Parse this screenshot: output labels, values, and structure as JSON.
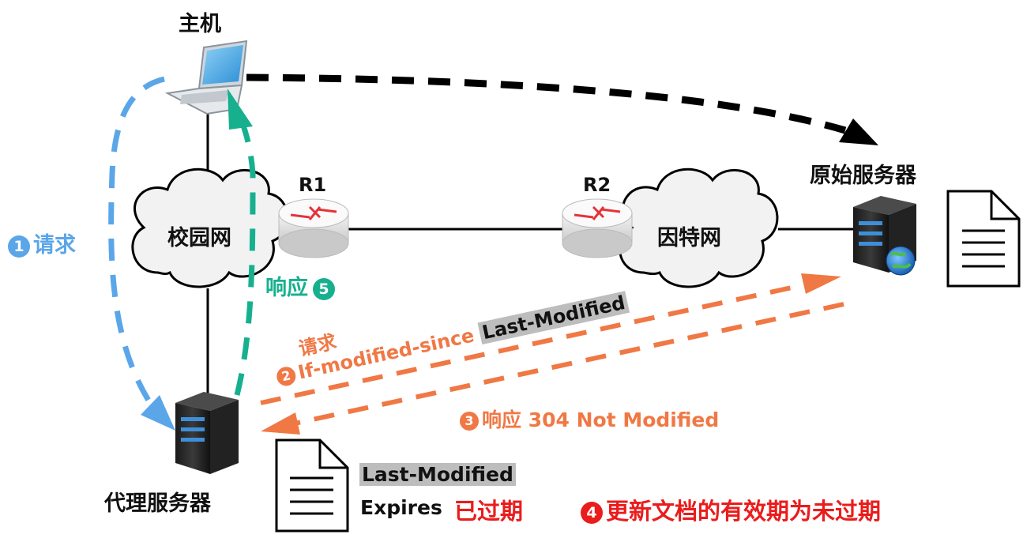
{
  "nodes": {
    "host": "主机",
    "origin_server": "原始服务器",
    "proxy_server": "代理服务器",
    "r1": "R1",
    "r2": "R2",
    "campus_net": "校园网",
    "internet": "因特网"
  },
  "steps": {
    "step1": {
      "num": "1",
      "text": "请求"
    },
    "step5": {
      "num": "5",
      "text": "响应"
    },
    "step2": {
      "title": "请求",
      "num": "2",
      "text": "If-modified-since",
      "field": "Last-Modified"
    },
    "step3": {
      "num": "3",
      "text": "响应 304 Not Modified"
    },
    "step4": {
      "num": "4",
      "text": "更新文档的有效期为未过期"
    }
  },
  "cache_doc": {
    "last_modified": "Last-Modified",
    "expires": "Expires",
    "status": "已过期"
  },
  "colors": {
    "request_blue": "#5aa6e8",
    "response_green": "#17b08f",
    "conditional_orange": "#f07845",
    "direct_black": "#000000",
    "alert_red": "#ea1c1c"
  }
}
